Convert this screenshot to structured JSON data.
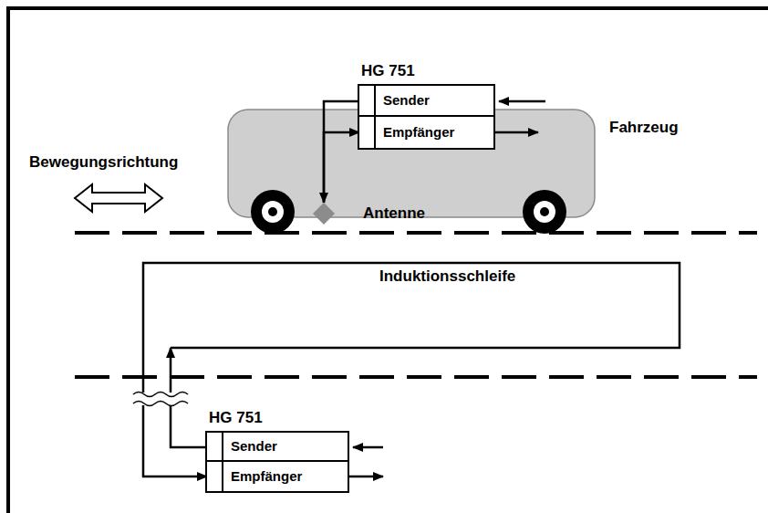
{
  "diagram": {
    "nodes": [
      {
        "text": [
          "HG 751"
        ]
      },
      {
        "text": [
          "Sender"
        ],
        "in": 0
      },
      {
        "text": [
          "Empfänger"
        ],
        "in": 0
      },
      {
        "text": [
          "Fahrzeug"
        ]
      },
      {
        "text": [
          "Antenne"
        ]
      },
      {
        "text": [
          "Induktionsschleife"
        ]
      },
      {
        "text": [
          "HG 751"
        ]
      },
      {
        "text": [
          "Sender"
        ],
        "in": 6
      },
      {
        "text": [
          "Empfänger"
        ],
        "in": 6
      }
    ],
    "edges": [
      {
        "from": 1,
        "to": 4,
        "arrow": "to"
      },
      {
        "from": 4,
        "to": 2,
        "arrow": "to"
      },
      {
        "from": 7,
        "to": 5,
        "arrow": "to"
      },
      {
        "from": 5,
        "to": 8,
        "arrow": "to"
      }
    ],
    "labels": [
      "Bewegungsrichtung"
    ]
  }
}
